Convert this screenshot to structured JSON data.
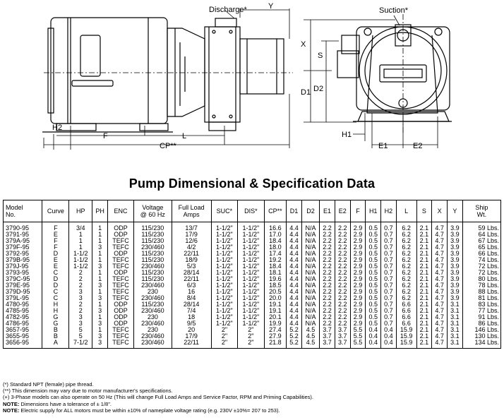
{
  "drawing_labels": {
    "discharge": "Discharge*",
    "suction": "Suction*",
    "y": "Y",
    "x": "X",
    "s": "S",
    "d1": "D1",
    "d2": "D2",
    "h2": "H2",
    "f": "F",
    "l": "L",
    "cp": "CP**",
    "h1": "H1",
    "e1": "E1",
    "e2": "E2"
  },
  "title": "Pump Dimensional & Specification Data",
  "table": {
    "headers": [
      [
        "Model",
        "No."
      ],
      [
        "Curve"
      ],
      [
        "HP"
      ],
      [
        "PH"
      ],
      [
        "ENC"
      ],
      [
        "Voltage",
        "@ 60 Hz"
      ],
      [
        "Full Load",
        "Amps"
      ],
      [
        "SUC*"
      ],
      [
        "DIS*"
      ],
      [
        "CP**"
      ],
      [
        "D1"
      ],
      [
        "D2"
      ],
      [
        "E1"
      ],
      [
        "E2"
      ],
      [
        "F"
      ],
      [
        "H1"
      ],
      [
        "H2"
      ],
      [
        "L"
      ],
      [
        "S"
      ],
      [
        "X"
      ],
      [
        "Y"
      ],
      [
        "Ship",
        "Wt."
      ]
    ],
    "rows": [
      [
        "3790-95",
        "F",
        "3/4",
        "1",
        "ODP",
        "115/230",
        "13/7",
        "1-1/2\"",
        "1-1/2\"",
        "16.6",
        "4.4",
        "N/A",
        "2.2",
        "2.2",
        "2.9",
        "0.5",
        "0.7",
        "6.2",
        "2.1",
        "4.7",
        "3.9",
        "59 Lbs."
      ],
      [
        "3791-95",
        "E",
        "1",
        "1",
        "ODP",
        "115/230",
        "17/9",
        "1-1/2\"",
        "1-1/2\"",
        "17.0",
        "4.4",
        "N/A",
        "2.2",
        "2.2",
        "2.9",
        "0.5",
        "0.7",
        "6.2",
        "2.1",
        "4.7",
        "3.9",
        "64 Lbs."
      ],
      [
        "379A-95",
        "F",
        "1",
        "1",
        "TEFC",
        "115/230",
        "12/6",
        "1-1/2\"",
        "1-1/2\"",
        "18.4",
        "4.4",
        "N/A",
        "2.2",
        "2.2",
        "2.9",
        "0.5",
        "0.7",
        "6.2",
        "2.1",
        "4.7",
        "3.9",
        "67 Lbs."
      ],
      [
        "379F-95",
        "F",
        "1",
        "3",
        "TEFC",
        "230/460",
        "4/2",
        "1-1/2\"",
        "1-1/2\"",
        "18.0",
        "4.4",
        "N/A",
        "2.2",
        "2.2",
        "2.9",
        "0.5",
        "0.7",
        "6.2",
        "2.1",
        "4.7",
        "3.9",
        "65 Lbs."
      ],
      [
        "3792-95",
        "D",
        "1-1/2",
        "1",
        "ODP",
        "115/230",
        "22/11",
        "1-1/2\"",
        "1-1/2\"",
        "17.4",
        "4.4",
        "N/A",
        "2.2",
        "2.2",
        "2.9",
        "0.5",
        "0.7",
        "6.2",
        "2.1",
        "4.7",
        "3.9",
        "66 Lbs."
      ],
      [
        "379B-95",
        "E",
        "1-1/2",
        "1",
        "TEFC",
        "115/230",
        "18/9",
        "1-1/2\"",
        "1-1/2\"",
        "19.2",
        "4.4",
        "N/A",
        "2.2",
        "2.2",
        "2.9",
        "0.5",
        "0.7",
        "6.2",
        "2.1",
        "4.7",
        "3.9",
        "74 Lbs."
      ],
      [
        "379J-95",
        "E",
        "1-1/2",
        "3",
        "TEFC",
        "230/460",
        "5/3",
        "1-1/2\"",
        "1-1/2\"",
        "18.4",
        "4.4",
        "N/A",
        "2.2",
        "2.2",
        "2.9",
        "0.5",
        "0.7",
        "6.2",
        "2.1",
        "4.7",
        "3.9",
        "72 Lbs."
      ],
      [
        "3793-95",
        "C",
        "2",
        "1",
        "ODP",
        "115/230",
        "28/14",
        "1-1/2\"",
        "1-1/2\"",
        "18.1",
        "4.4",
        "N/A",
        "2.2",
        "2.2",
        "2.9",
        "0.5",
        "0.7",
        "6.2",
        "2.1",
        "4.7",
        "3.9",
        "72 Lbs."
      ],
      [
        "379C-95",
        "D",
        "2",
        "1",
        "TEFC",
        "115/230",
        "22/11",
        "1-1/2\"",
        "1-1/2\"",
        "19.6",
        "4.4",
        "N/A",
        "2.2",
        "2.2",
        "2.9",
        "0.5",
        "0.7",
        "6.2",
        "2.1",
        "4.7",
        "3.9",
        "80 Lbs."
      ],
      [
        "379E-95",
        "D",
        "2",
        "3",
        "TEFC",
        "230/460",
        "6/3",
        "1-1/2\"",
        "1-1/2\"",
        "18.5",
        "4.4",
        "N/A",
        "2.2",
        "2.2",
        "2.9",
        "0.5",
        "0.7",
        "6.2",
        "2.1",
        "4.7",
        "3.9",
        "78 Lbs."
      ],
      [
        "379D-95",
        "C",
        "3",
        "1",
        "TEFC",
        "230",
        "16",
        "1-1/2\"",
        "1-1/2\"",
        "20.5",
        "4.4",
        "N/A",
        "2.2",
        "2.2",
        "2.9",
        "0.5",
        "0.7",
        "6.2",
        "2.1",
        "4.7",
        "3.9",
        "88 Lbs."
      ],
      [
        "379L-95",
        "C",
        "3",
        "3",
        "TEFC",
        "230/460",
        "8/4",
        "1-1/2\"",
        "1-1/2\"",
        "20.0",
        "4.4",
        "N/A",
        "2.2",
        "2.2",
        "2.9",
        "0.5",
        "0.7",
        "6.2",
        "2.1",
        "4.7",
        "3.9",
        "81 Lbs."
      ],
      [
        "4780-95",
        "H",
        "2",
        "1",
        "ODP",
        "115/230",
        "28/14",
        "1-1/2\"",
        "1-1/2\"",
        "19.1",
        "4.4",
        "N/A",
        "2.2",
        "2.2",
        "2.9",
        "0.5",
        "0.7",
        "6.6",
        "2.1",
        "4.7",
        "3.1",
        "83 Lbs."
      ],
      [
        "4785-95",
        "H",
        "2",
        "3",
        "ODP",
        "230/460",
        "7/4",
        "1-1/2\"",
        "1-1/2\"",
        "19.1",
        "4.4",
        "N/A",
        "2.2",
        "2.2",
        "2.9",
        "0.5",
        "0.7",
        "6.6",
        "2.1",
        "4.7",
        "3.1",
        "77 Lbs."
      ],
      [
        "4782-95",
        "G",
        "3",
        "1",
        "ODP",
        "230",
        "18",
        "1-1/2\"",
        "1-1/2\"",
        "20.1",
        "4.4",
        "N/A",
        "2.2",
        "2.2",
        "2.9",
        "0.5",
        "0.7",
        "6.6",
        "2.1",
        "4.7",
        "3.1",
        "91 Lbs."
      ],
      [
        "4786-95",
        "G",
        "3",
        "3",
        "ODP",
        "230/460",
        "9/5",
        "1-1/2\"",
        "1-1/2\"",
        "19.9",
        "4.4",
        "N/A",
        "2.2",
        "2.2",
        "2.9",
        "0.5",
        "0.7",
        "6.6",
        "2.1",
        "4.7",
        "3.1",
        "86 Lbs."
      ],
      [
        "3657-95",
        "B",
        "5",
        "1",
        "TEFC",
        "230",
        "20",
        "2\"",
        "2\"",
        "27.4",
        "5.2",
        "4.5",
        "3.7",
        "3.7",
        "5.5",
        "0.4",
        "0.4",
        "15.9",
        "2.1",
        "4.7",
        "3.1",
        "146 Lbs."
      ],
      [
        "3655-95",
        "B",
        "5",
        "3",
        "TEFC",
        "230/460",
        "17/9",
        "2\"",
        "2\"",
        "27.9",
        "5.2",
        "4.5",
        "3.7",
        "3.7",
        "5.5",
        "0.4",
        "0.4",
        "15.9",
        "2.1",
        "4.7",
        "3.1",
        "130 Lbs."
      ],
      [
        "3656-95",
        "A",
        "7-1/2",
        "3",
        "TEFC",
        "230/460",
        "22/11",
        "2\"",
        "2\"",
        "21.8",
        "5.2",
        "4.5",
        "3.7",
        "3.7",
        "5.5",
        "0.4",
        "0.4",
        "15.9",
        "2.1",
        "4.7",
        "3.1",
        "134 Lbs."
      ]
    ]
  },
  "notes": [
    {
      "bold": "",
      "text": "(*) Standard NPT (female) pipe thread."
    },
    {
      "bold": "",
      "text": "(**) This dimension may vary due to motor manufacturer's specifications."
    },
    {
      "bold": "",
      "text": "(+) 3-Phase models can also operate on 50 Hz (This will change Full Load Amps and Service Factor, RPM and Priming Capabilities)."
    },
    {
      "bold": "NOTE:",
      "text": " Dimensions have a tolerance of ± 1/8\"."
    },
    {
      "bold": "NOTE:",
      "text": " Electric supply for ALL motors must be within ±10% of nameplate voltage rating (e.g. 230V ±10%= 207 to 253)."
    }
  ]
}
